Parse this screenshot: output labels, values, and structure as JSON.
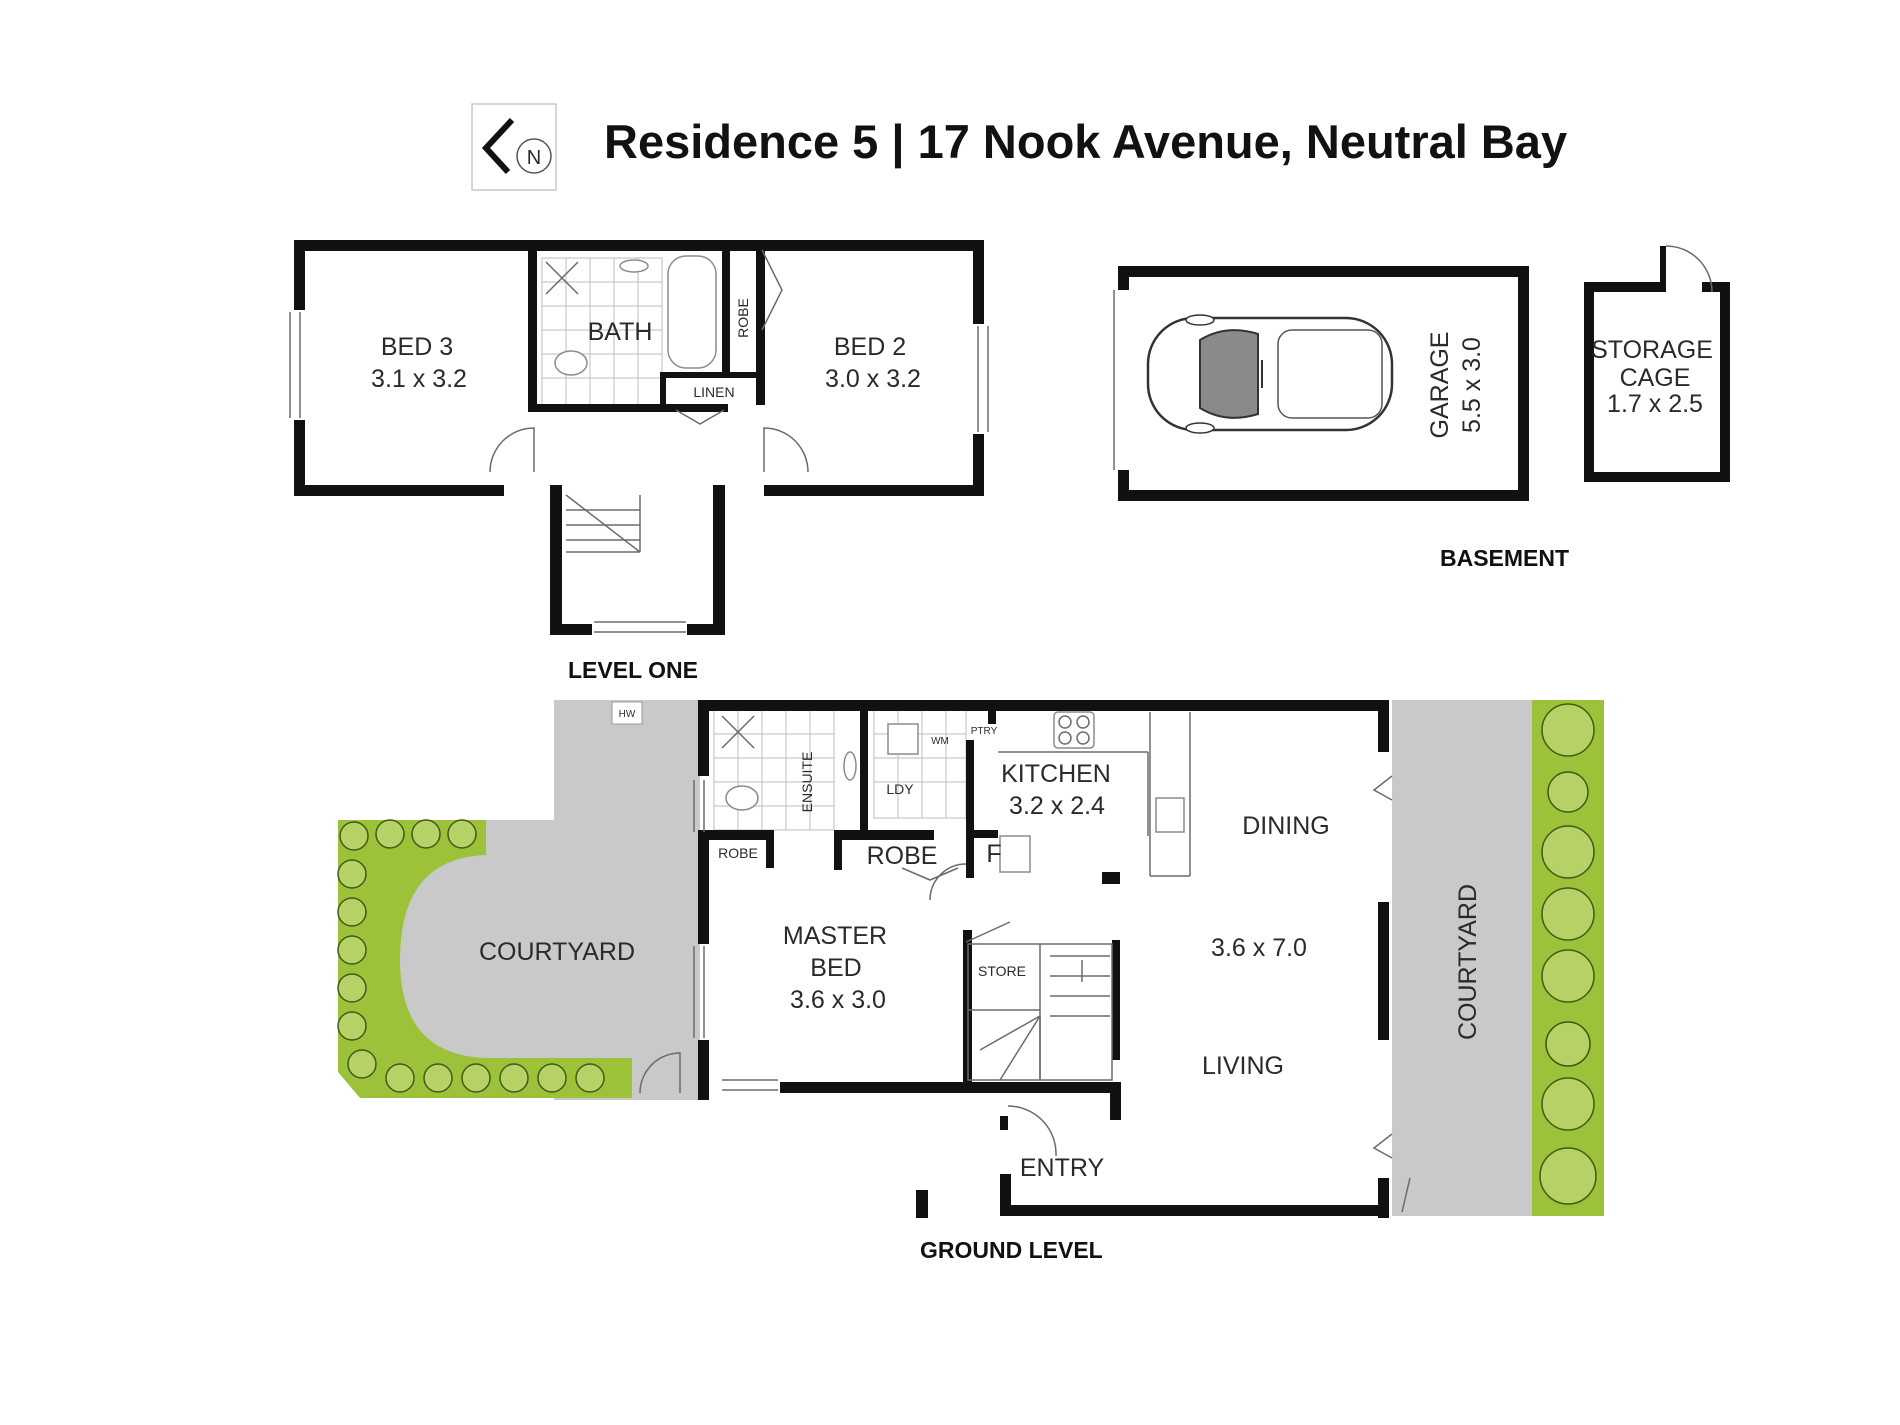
{
  "title": "Residence 5 | 17 Nook Avenue, Neutral Bay",
  "logo": {
    "name": "north-arrow-logo",
    "letter": "N"
  },
  "levels": {
    "level_one": {
      "heading": "LEVEL ONE",
      "rooms": {
        "bed3": {
          "name": "BED 3",
          "size": "3.1 x 3.2"
        },
        "bath": {
          "name": "BATH"
        },
        "robe": {
          "name": "ROBE"
        },
        "linen": {
          "name": "LINEN"
        },
        "bed2": {
          "name": "BED 2",
          "size": "3.0 x 3.2"
        }
      }
    },
    "basement": {
      "heading": "BASEMENT",
      "garage": {
        "name": "GARAGE",
        "size": "5.5 x 3.0"
      },
      "storage": {
        "line1": "STORAGE",
        "line2": "CAGE",
        "size": "1.7 x 2.5"
      }
    },
    "ground_level": {
      "heading": "GROUND LEVEL",
      "rooms": {
        "hw": "HW",
        "ensuite": "ENSUITE",
        "wm": "WM",
        "pantry": "PTRY",
        "laundry": "LDY",
        "kitchen": {
          "name": "KITCHEN",
          "size": "3.2 x 2.4"
        },
        "fridge": "F",
        "robe_left": "ROBE",
        "robe_right": "ROBE",
        "dining": "DINING",
        "courtyard_left": "COURTYARD",
        "master": {
          "line1": "MASTER",
          "line2": "BED",
          "size": "3.6 x 3.0"
        },
        "store": "STORE",
        "living_size": "3.6 x 7.0",
        "living": "LIVING",
        "entry": "ENTRY",
        "courtyard_right": "COURTYARD"
      }
    }
  },
  "colors": {
    "wall": "#111111",
    "paving": "#c9c9c9",
    "garden": "#9cc23a"
  }
}
